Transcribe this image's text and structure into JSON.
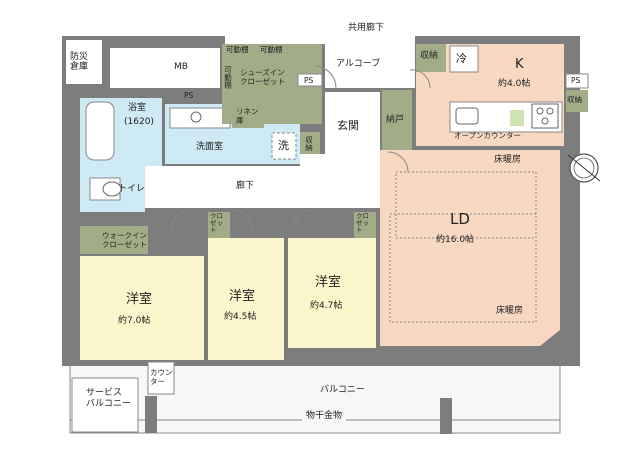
{
  "labels": {
    "common_corridor": "共用廊下",
    "storage_shed": "防災\n倉庫",
    "mb": "MB",
    "movable_shelf_1": "可動棚",
    "movable_shelf_2": "可動棚",
    "movable_shelf_3": "可動棚",
    "shoes_in_closet": "シューズイン\nクローゼット",
    "ps_entrance": "PS",
    "alcove": "アルコーブ",
    "storage_k": "収納",
    "fridge": "冷",
    "kitchen": "K",
    "kitchen_size": "約4.0帖",
    "ps_kitchen": "PS",
    "storage_right": "収納",
    "bathroom": "浴室",
    "bathroom_size": "(1620)",
    "ps_bath": "PS",
    "linen": "リネン\n庫",
    "washroom": "洗面室",
    "wash": "洗",
    "storage_wash": "収納",
    "entrance": "玄関",
    "nando": "納戸",
    "open_counter": "オープンカウンター",
    "toilet": "トイレ",
    "hallway": "廊下",
    "floor_heating_top": "床暖房",
    "walk_in_closet": "ウォークイン\nクローゼット",
    "closet_1": "クロ\nゼッ\nト",
    "closet_2": "クロ\nゼッ\nト",
    "ld": "LD",
    "ld_size": "約16.0帖",
    "room1": "洋室",
    "room1_size": "約7.0帖",
    "room2": "洋室",
    "room2_size": "約4.5帖",
    "room3": "洋室",
    "room3_size": "約4.7帖",
    "floor_heating_bottom": "床暖房",
    "counter": "カウン\nター",
    "balcony": "バルコニー",
    "service_balcony": "サービス\nバルコニー",
    "laundry_hanger": "物干金物"
  },
  "compass": "N",
  "colors": {
    "wall": "#7d7d7d",
    "bath": "#cdeaf5",
    "storage": "#a2ad87",
    "room": "#fbf6cc",
    "ld": "#f9d8c1",
    "hall": "#ffffff",
    "balcony": "#f4f4f4"
  }
}
